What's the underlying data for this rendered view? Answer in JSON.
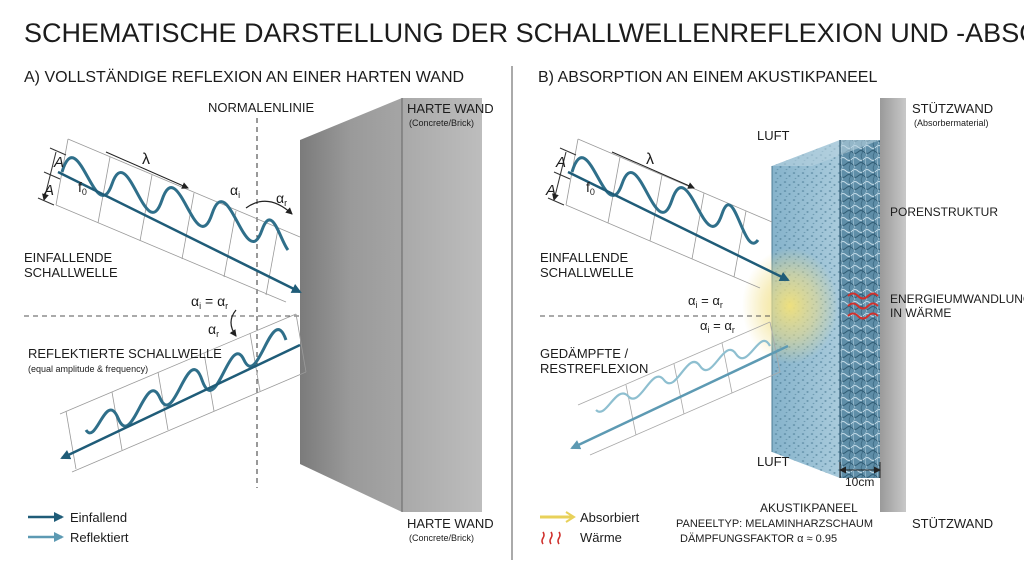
{
  "title": "SCHEMATISCHE DARSTELLUNG DER SCHALLWELLENREFLEXION UND -ABSORPTION",
  "panel_a": {
    "heading": "A) VOLLSTÄNDIGE REFLEXION AN EINER HARTEN WAND",
    "normal_line": "NORMALENLINIE",
    "wall_top_title": "HARTE WAND",
    "wall_top_sub": "(Concrete/Brick)",
    "wall_bottom_title": "HARTE WAND",
    "wall_bottom_sub": "(Concrete/Brick)",
    "amplitude_1": "A",
    "amplitude_2": "A",
    "wavelength": "λ",
    "frequency": "f",
    "frequency_sub": "0",
    "incident_line1": "EINFALLENDE",
    "incident_line2": "SCHALLWELLE",
    "reflected_line1": "REFLEKTIERTE SCHALLWELLE",
    "reflected_line2": "(equal amplitude & frequency)",
    "angle_i": "α",
    "angle_i_sub": "i",
    "angle_r": "α",
    "angle_r_sub": "r",
    "angle_eq_left": "α",
    "angle_eq_left_sub": "i",
    "angle_eq_mid": " = ",
    "angle_eq_right": "α",
    "angle_eq_right_sub": "r",
    "angle_r2": "α",
    "angle_r2_sub": "r"
  },
  "panel_b": {
    "heading": "B) ABSORPTION AN EINEM AKUSTIKPANEEL",
    "support_top_title": "STÜTZWAND",
    "support_top_sub": "(Absorbermaterial)",
    "air_top": "LUFT",
    "air_bottom": "LUFT",
    "pore": "PORENSTRUKTUR",
    "energy_line1": "ENERGIEUMWANDLUNG",
    "energy_line2": "IN WÄRME",
    "amplitude_1": "A",
    "amplitude_2": "A",
    "wavelength": "λ",
    "frequency": "f",
    "frequency_sub": "0",
    "incident_line1": "EINFALLENDE",
    "incident_line2": "SCHALLWELLE",
    "damped_line1": "GEDÄMPFTE /",
    "damped_line2": "RESTREFLEXION",
    "angle_eq1_left": "α",
    "angle_eq1_left_sub": "i",
    "angle_eq1_mid": " = ",
    "angle_eq1_right": "α",
    "angle_eq1_right_sub": "r",
    "angle_eq2_left": "α",
    "angle_eq2_left_sub": "i",
    "angle_eq2_mid": " = ",
    "angle_eq2_right": "α",
    "angle_eq2_right_sub": "r",
    "thickness": "10cm",
    "panel_title": "AKUSTIKPANEEL",
    "panel_type": "PANEELTYP: MELAMINHARZSCHAUM",
    "damping": "DÄMPFUNGSFAKTOR α ≈ 0.95",
    "support_bottom": "STÜTZWAND"
  },
  "legend": {
    "incident": "Einfallend",
    "reflected": "Reflektiert",
    "absorbed": "Absorbiert",
    "heat": "Wärme"
  },
  "colors": {
    "incident": "#2f6f8a",
    "reflected": "#8ebfd0",
    "absorbed": "#e8d15a",
    "heat": "#d0312d",
    "panel": "#8fb6cc",
    "wall": "#8e8e8e",
    "text": "#1c1c1c"
  }
}
